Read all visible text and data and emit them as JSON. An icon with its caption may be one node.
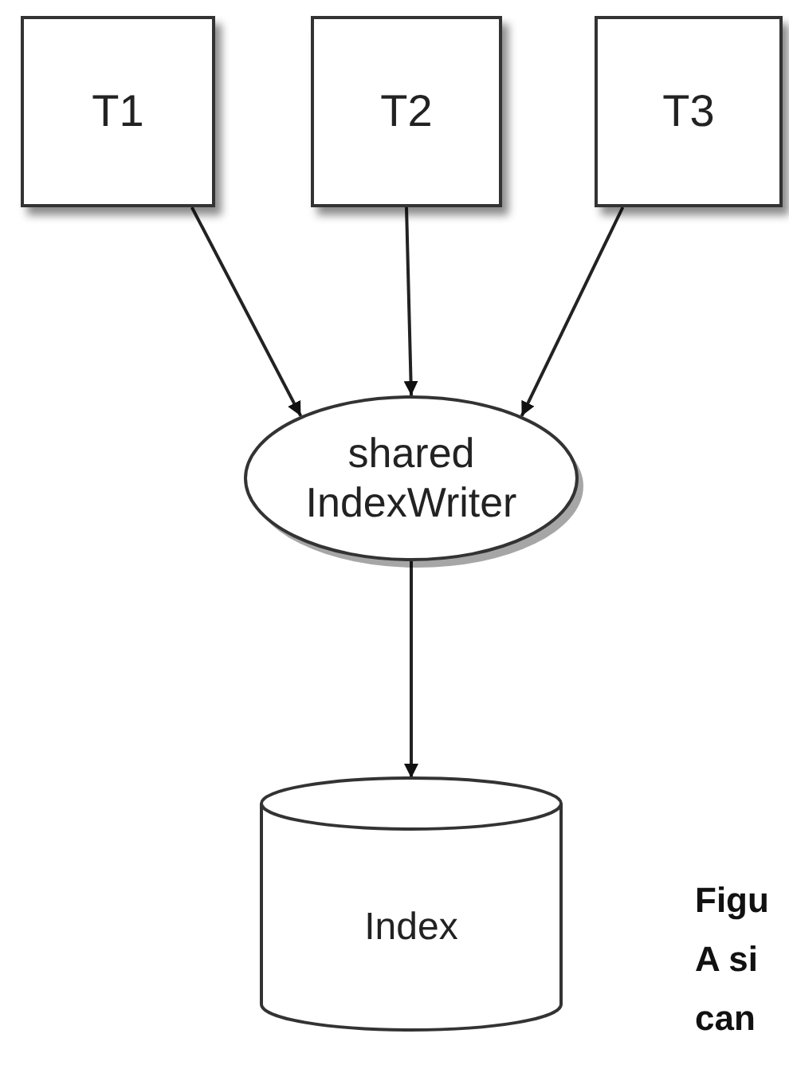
{
  "diagram": {
    "nodes": [
      {
        "text": [
          "T1"
        ]
      },
      {
        "text": [
          "T2"
        ]
      },
      {
        "text": [
          "T3"
        ]
      },
      {
        "text": [
          "shared IndexWriter"
        ]
      },
      {
        "text": [
          "Index"
        ]
      }
    ],
    "edges": [
      {
        "from": 0,
        "to": 3,
        "arrow": "to"
      },
      {
        "from": 1,
        "to": 3,
        "arrow": "to"
      },
      {
        "from": 2,
        "to": 3,
        "arrow": "to"
      },
      {
        "from": 3,
        "to": 4,
        "arrow": "to"
      }
    ],
    "labels": [
      "Figu",
      "A si",
      "can"
    ]
  }
}
